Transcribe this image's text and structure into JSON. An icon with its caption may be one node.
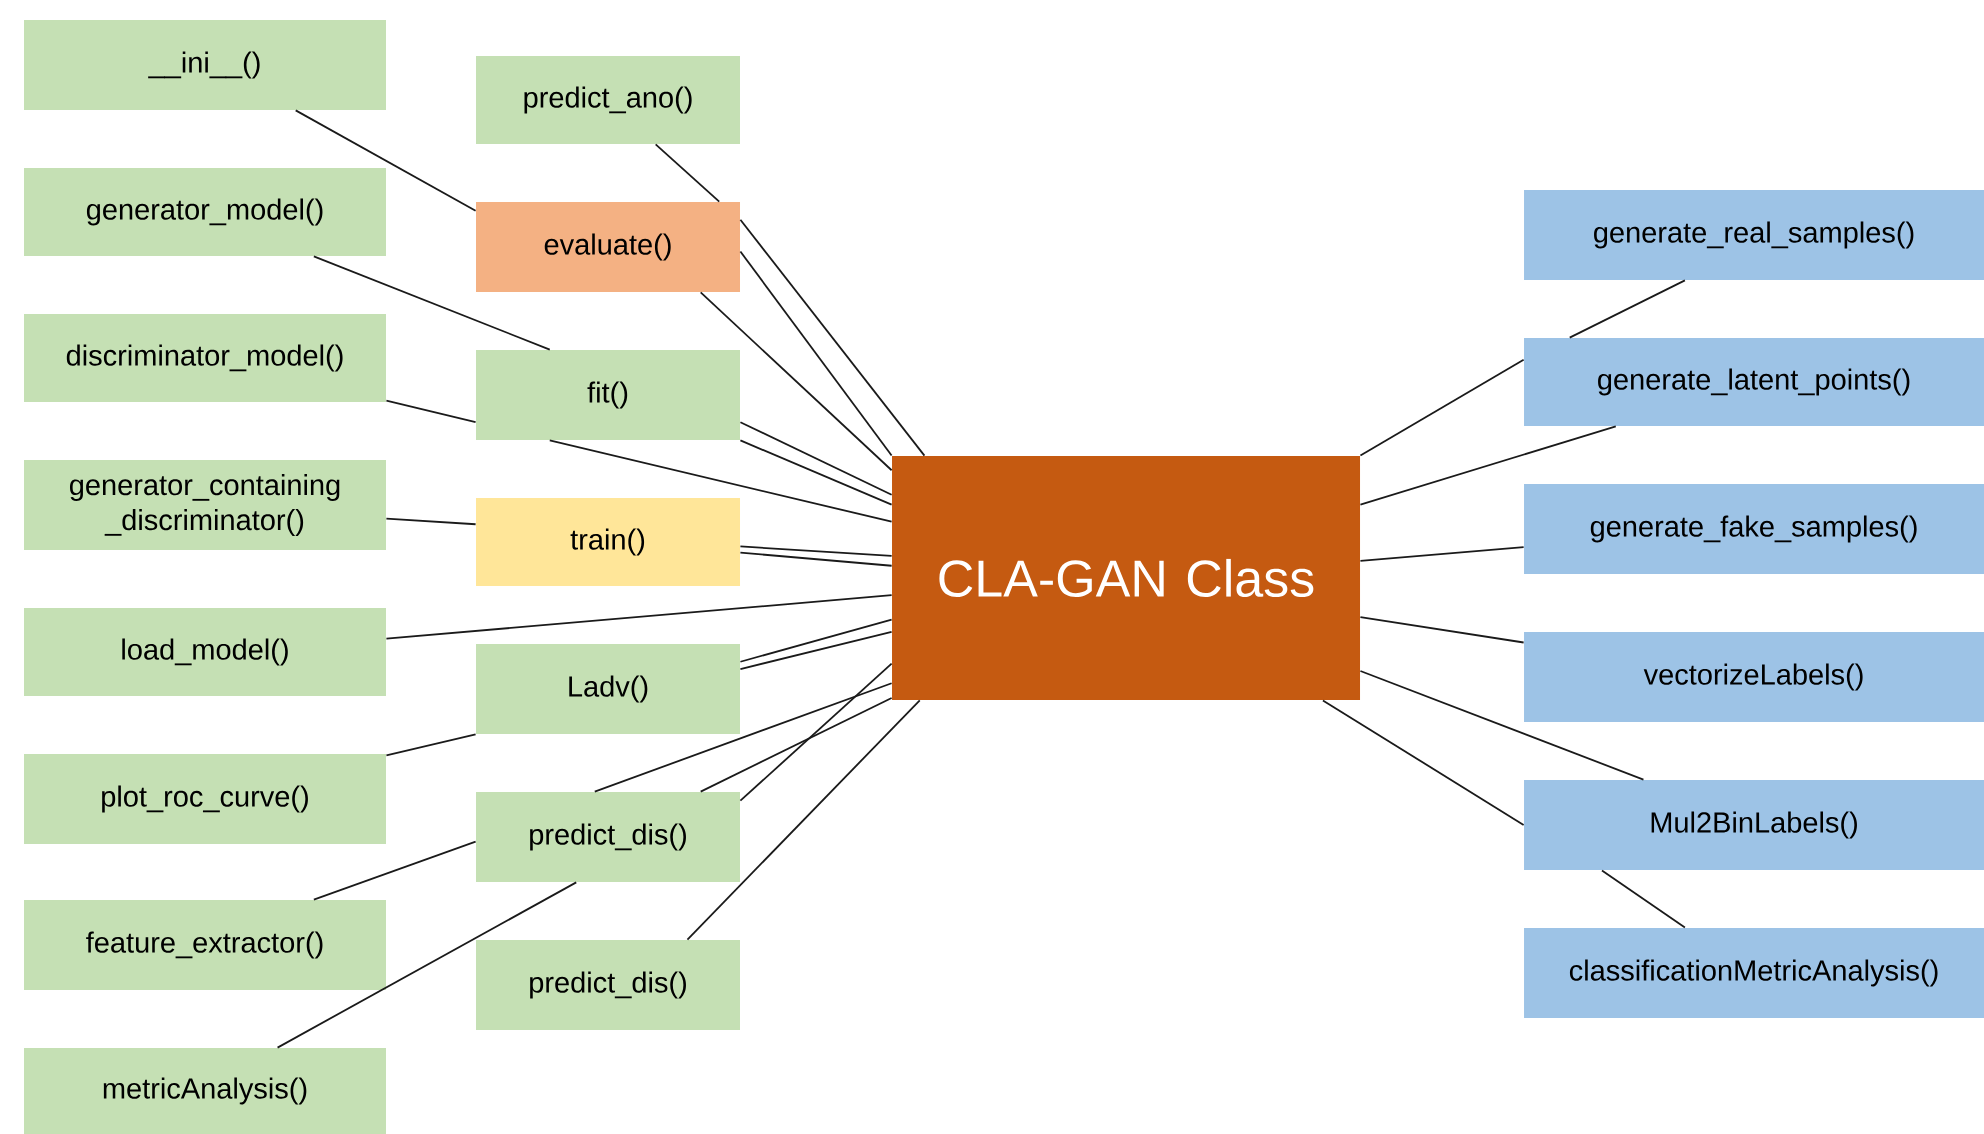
{
  "diagram": {
    "nodes": [
      {
        "text": [
          "__ini__()"
        ]
      },
      {
        "text": [
          "generator_model()"
        ]
      },
      {
        "text": [
          "discriminator_model()"
        ]
      },
      {
        "text": [
          "generator_containing _discriminator()"
        ]
      },
      {
        "text": [
          "load_model()"
        ]
      },
      {
        "text": [
          "plot_roc_curve()"
        ]
      },
      {
        "text": [
          "feature_extractor()"
        ]
      },
      {
        "text": [
          "metricAnalysis()"
        ]
      },
      {
        "text": [
          "predict_ano()"
        ]
      },
      {
        "text": [
          "evaluate()"
        ]
      },
      {
        "text": [
          "fit()"
        ]
      },
      {
        "text": [
          "train()"
        ]
      },
      {
        "text": [
          "Ladv()"
        ]
      },
      {
        "text": [
          "predict_dis()"
        ]
      },
      {
        "text": [
          "predict_dis()"
        ]
      },
      {
        "text": [
          "CLA-GAN Class"
        ]
      },
      {
        "text": [
          "generate_real_samples()"
        ]
      },
      {
        "text": [
          "generate_latent_points()"
        ]
      },
      {
        "text": [
          "generate_fake_samples()"
        ]
      },
      {
        "text": [
          "vectorizeLabels()"
        ]
      },
      {
        "text": [
          "Mul2BinLabels()"
        ]
      },
      {
        "text": [
          "classificationMetricAnalysis()"
        ]
      }
    ],
    "edges": [
      {
        "from": 0,
        "to": 9,
        "arrow": "none"
      },
      {
        "from": 1,
        "to": 10,
        "arrow": "none"
      },
      {
        "from": 2,
        "to": 10,
        "arrow": "none"
      },
      {
        "from": 3,
        "to": 11,
        "arrow": "none"
      },
      {
        "from": 4,
        "to": 15,
        "arrow": "none"
      },
      {
        "from": 5,
        "to": 12,
        "arrow": "none"
      },
      {
        "from": 6,
        "to": 13,
        "arrow": "none"
      },
      {
        "from": 7,
        "to": 13,
        "arrow": "none"
      },
      {
        "from": 8,
        "to": 9,
        "arrow": "none"
      },
      {
        "from": 9,
        "to": 15,
        "arrow": "none"
      },
      {
        "from": 9,
        "to": 15,
        "arrow": "none"
      },
      {
        "from": 9,
        "to": 15,
        "arrow": "none"
      },
      {
        "from": 10,
        "to": 15,
        "arrow": "none"
      },
      {
        "from": 10,
        "to": 15,
        "arrow": "none"
      },
      {
        "from": 10,
        "to": 15,
        "arrow": "none"
      },
      {
        "from": 11,
        "to": 15,
        "arrow": "none"
      },
      {
        "from": 11,
        "to": 15,
        "arrow": "none"
      },
      {
        "from": 12,
        "to": 15,
        "arrow": "none"
      },
      {
        "from": 12,
        "to": 15,
        "arrow": "none"
      },
      {
        "from": 13,
        "to": 15,
        "arrow": "none"
      },
      {
        "from": 13,
        "to": 15,
        "arrow": "none"
      },
      {
        "from": 13,
        "to": 15,
        "arrow": "none"
      },
      {
        "from": 14,
        "to": 15,
        "arrow": "none"
      },
      {
        "from": 16,
        "to": 17,
        "arrow": "none"
      },
      {
        "from": 17,
        "to": 15,
        "arrow": "none"
      },
      {
        "from": 17,
        "to": 15,
        "arrow": "none"
      },
      {
        "from": 18,
        "to": 15,
        "arrow": "none"
      },
      {
        "from": 19,
        "to": 15,
        "arrow": "none"
      },
      {
        "from": 20,
        "to": 15,
        "arrow": "none"
      },
      {
        "from": 20,
        "to": 15,
        "arrow": "none"
      },
      {
        "from": 21,
        "to": 20,
        "arrow": "none"
      }
    ]
  }
}
